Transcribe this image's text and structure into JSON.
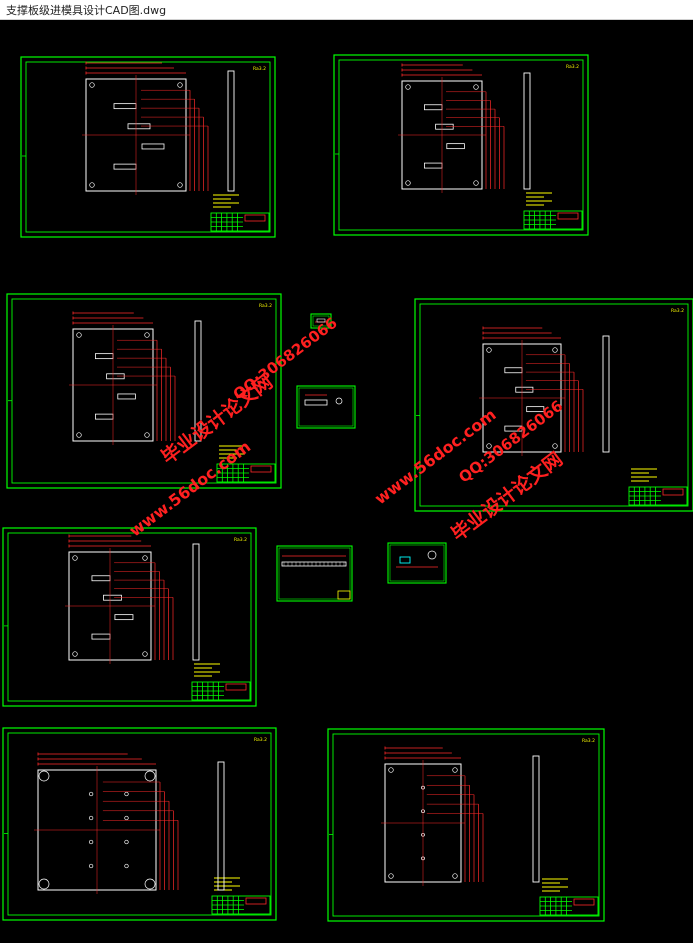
{
  "window": {
    "title": "支撑板级进模具设计CAD图.dwg"
  },
  "colors": {
    "background": "#000000",
    "frame": "#00ff00",
    "part": "#ffffff",
    "dimension": "#ff2a2a",
    "note": "#ffff00",
    "block": "#00ffff",
    "watermark": "#ff2020"
  },
  "drawing_text": {
    "scale_mark": "Ra3.2"
  },
  "watermarks": [
    {
      "site": "www.56doc.com",
      "qq": "QQ:306826066",
      "name": "毕业设计论文网"
    },
    {
      "site": "www.56doc.com",
      "qq": "QQ:306826066",
      "name": "毕业设计论文网"
    }
  ]
}
